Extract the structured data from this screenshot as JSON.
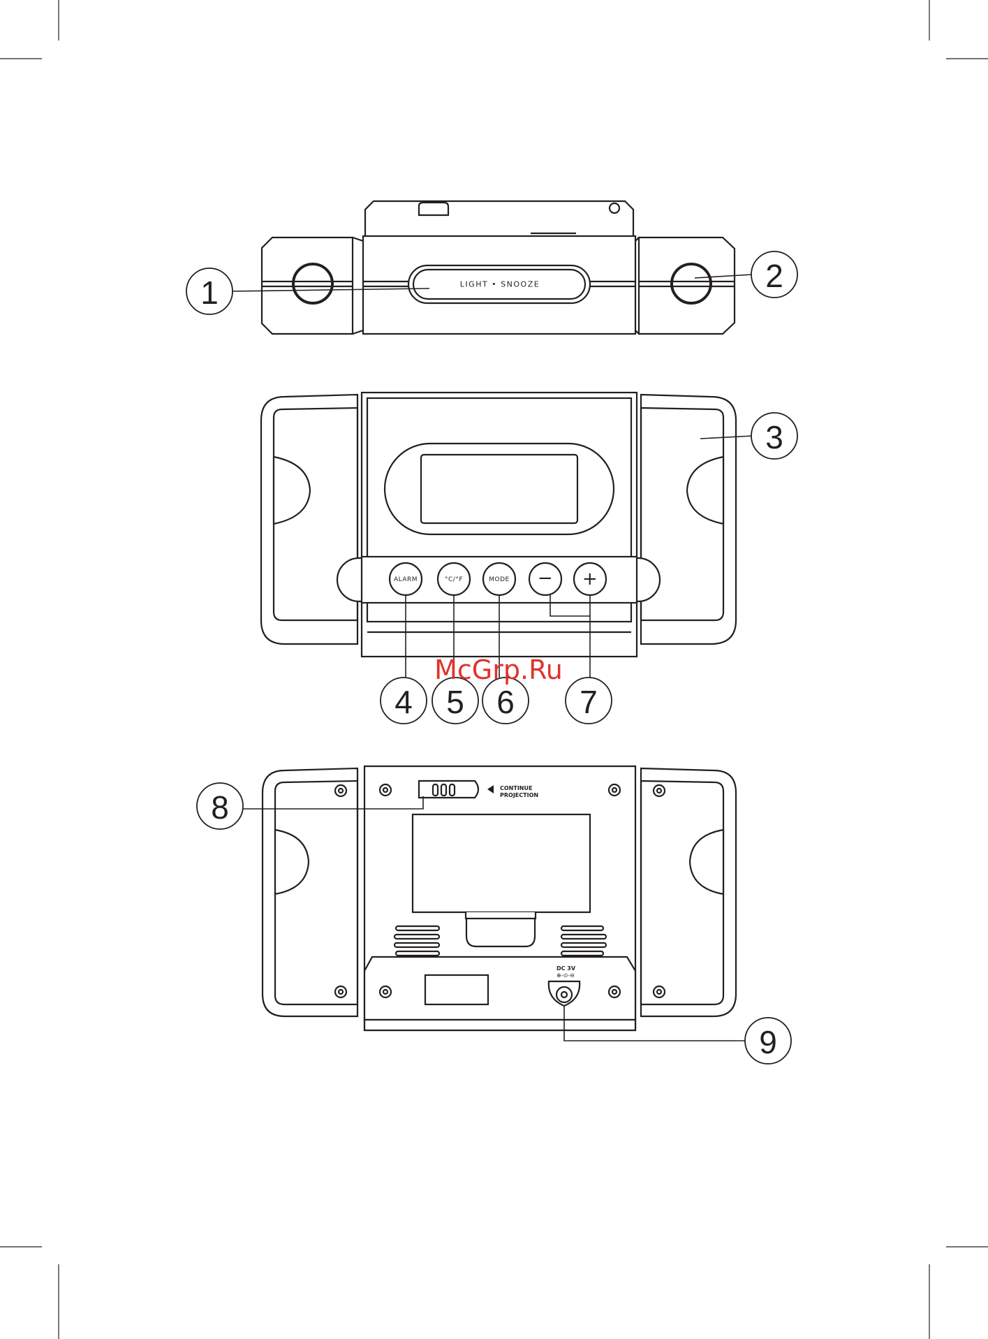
{
  "watermark": "McGrp.Ru",
  "top_view": {
    "button_label": "LIGHT • SNOOZE"
  },
  "front_view": {
    "buttons": [
      {
        "id": "alarm",
        "label": "ALARM"
      },
      {
        "id": "cf",
        "label": "°C/°F"
      },
      {
        "id": "mode",
        "label": "MODE"
      },
      {
        "id": "minus",
        "label": "−"
      },
      {
        "id": "plus",
        "label": "+"
      }
    ]
  },
  "back_view": {
    "switch_label_line1": "CONTINUE",
    "switch_label_line2": "PROJECTION",
    "power_label": "DC 3V",
    "polarity_symbol": "⊕-⊙-⊖"
  },
  "callouts": [
    "1",
    "2",
    "3",
    "4",
    "5",
    "6",
    "7",
    "8",
    "9"
  ]
}
